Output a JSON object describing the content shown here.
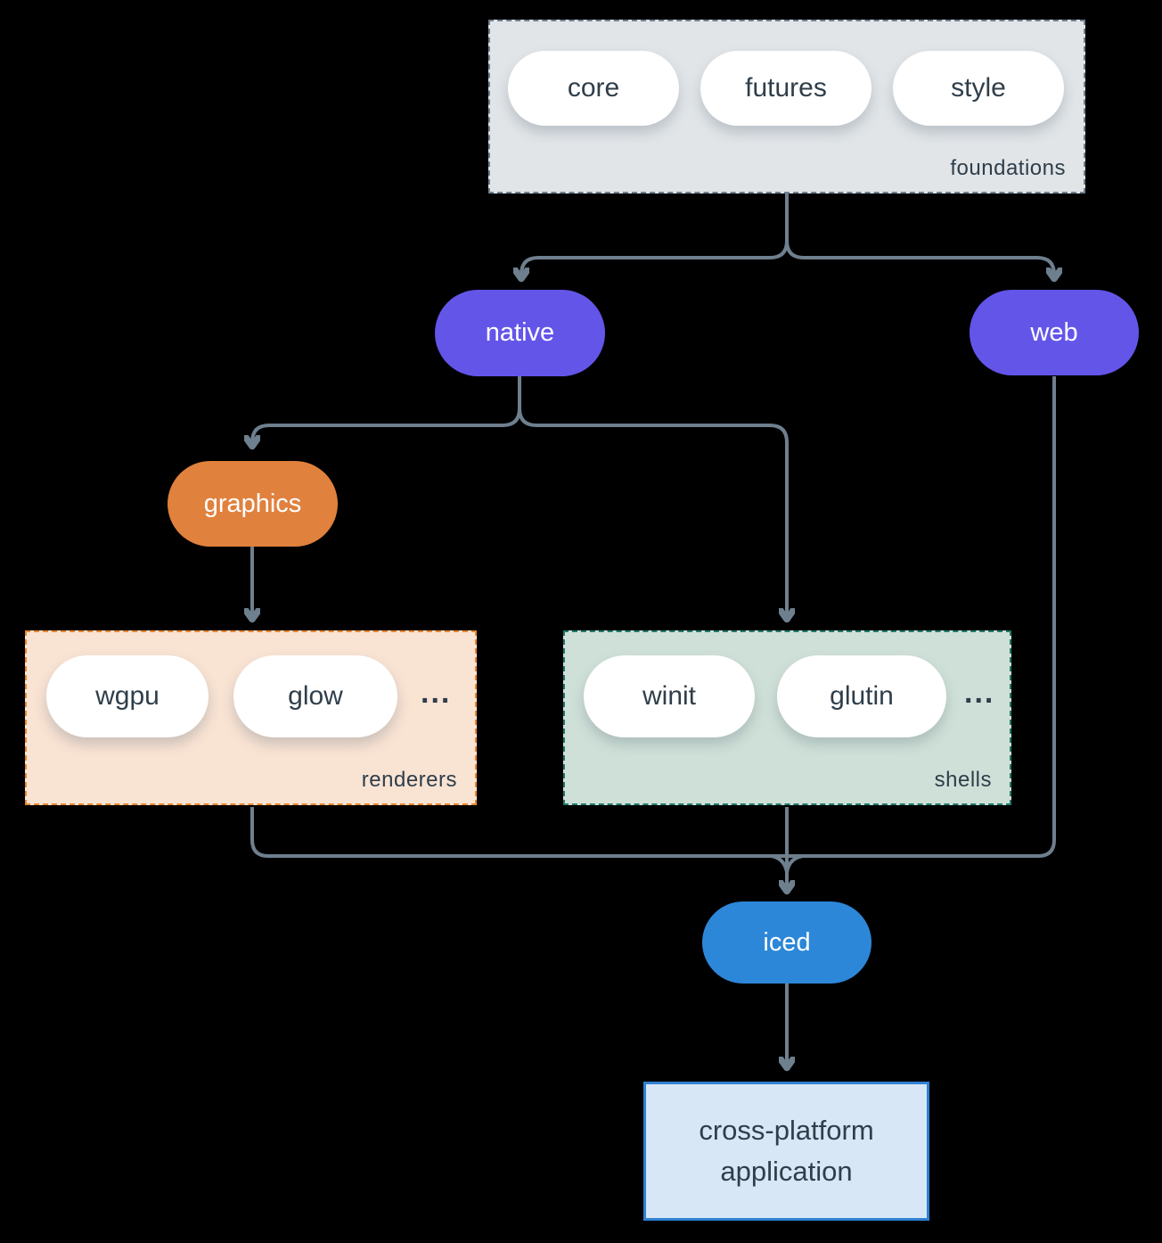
{
  "palette": {
    "background": "#000000",
    "connector": "#6e7f8e",
    "text_dark": "#2f3e4a",
    "pill_white_fill": "#ffffff",
    "purple": "#6455e9",
    "orange": "#e0813d",
    "blue": "#2d87d8",
    "foundations_fill": "#e1e5e8",
    "foundations_border": "#6e8090",
    "renderers_fill": "#f9e3d3",
    "renderers_border": "#e8862e",
    "shells_fill": "#cfe0d8",
    "shells_border": "#1f7a6a",
    "application_fill": "#d8e7f6",
    "application_border": "#2f81d1"
  },
  "diagram": {
    "foundations": {
      "label": "foundations",
      "items": [
        "core",
        "futures",
        "style"
      ]
    },
    "native": {
      "label": "native"
    },
    "web": {
      "label": "web"
    },
    "graphics": {
      "label": "graphics"
    },
    "renderers": {
      "label": "renderers",
      "items": [
        "wgpu",
        "glow"
      ],
      "more": "..."
    },
    "shells": {
      "label": "shells",
      "items": [
        "winit",
        "glutin"
      ],
      "more": "..."
    },
    "iced": {
      "label": "iced"
    },
    "application": {
      "label": "cross-platform application"
    }
  }
}
